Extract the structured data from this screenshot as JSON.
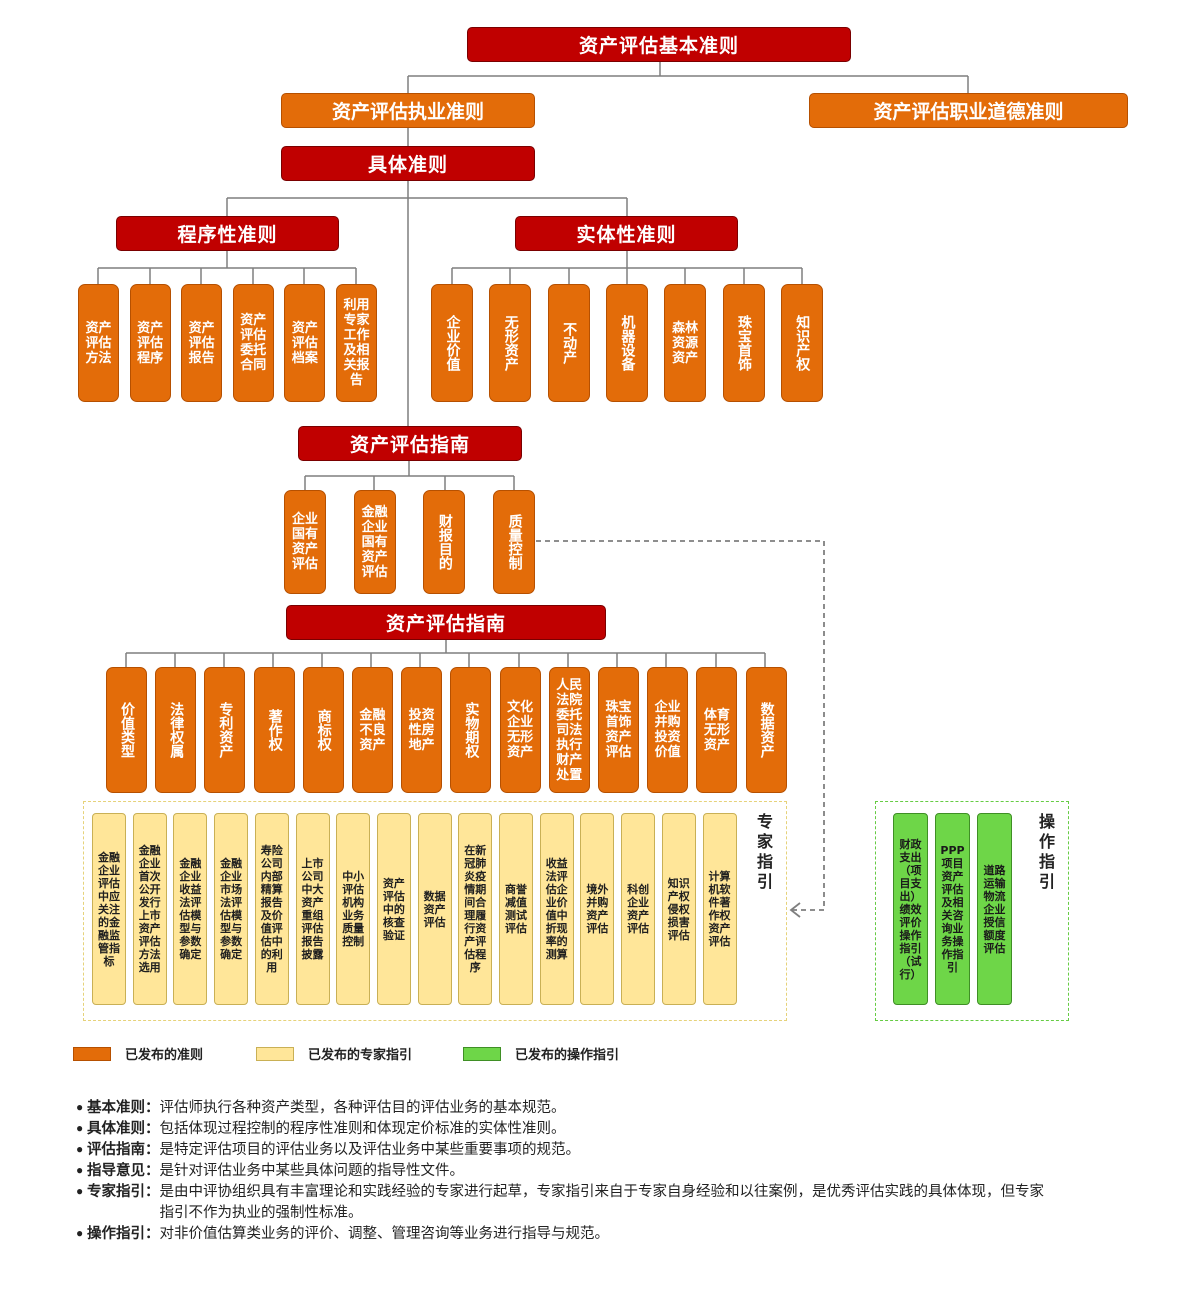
{
  "top": {
    "root": "资产评估基本准则",
    "practice": "资产评估执业准则",
    "ethics": "资产评估职业道德准则",
    "specific": "具体准则",
    "procedural": "程序性准则",
    "substantive": "实体性准则"
  },
  "procedural_items": [
    "资产评估方法",
    "资产评估程序",
    "资产评估报告",
    "资产评估委托合同",
    "资产评估档案",
    "利用专家工作及相关报告"
  ],
  "substantive_items": [
    "企业价值",
    "无形资产",
    "不动产",
    "机器设备",
    "森林资源资产",
    "珠宝首饰",
    "知识产权"
  ],
  "guide1": {
    "title": "资产评估指南",
    "items": [
      "企业国有资产评估",
      "金融企业国有资产评估",
      "财报目的",
      "质量控制"
    ]
  },
  "guide2": {
    "title": "资产评估指南",
    "items": [
      "价值类型",
      "法律权属",
      "专利资产",
      "著作权",
      "商标权",
      "金融不良资产",
      "投资性房地产",
      "实物期权",
      "文化企业无形资产",
      "人民法院委托司法执行财产处置",
      "珠宝首饰资产评估",
      "企业并购投资价值",
      "体育无形资产",
      "数据资产"
    ]
  },
  "expert": {
    "label": "专家指引",
    "items": [
      "金融企业评估中应关注的金融监管指标",
      "金融企业首次公开发行上市资产评估方法选用",
      "金融企业收益法评估模型与参数确定",
      "金融企业市场法评估模型与参数确定",
      "寿险公司内部精算报告及价值评估中的利用",
      "上市公司中大资产重组评估报告披露",
      "中小评估机构业务质量控制",
      "资产评估中的核查验证",
      "数据资产评估",
      "在新冠肺炎疫情期间合理履行资产评估程序",
      "商誉减值测试评估",
      "收益法评估企业价值中折现率的测算",
      "境外并购资产评估",
      "科创企业资产评估",
      "知识产权侵权损害评估",
      "计算机软件著作权资产评估"
    ]
  },
  "operation": {
    "label": "操作指引",
    "items": [
      "财政支出（项目支出）绩效评价操作指引（试行）",
      "PPP项目资产评估及相关咨询业务操作指引",
      "道路运输物流企业授信额度评估"
    ]
  },
  "legend": [
    {
      "label": "已发布的准则",
      "color": "#e36c09"
    },
    {
      "label": "已发布的专家指引",
      "color": "#ffe699"
    },
    {
      "label": "已发布的操作指引",
      "color": "#6ed648"
    }
  ],
  "notes": [
    {
      "term": "基本准则：",
      "desc": "评估师执行各种资产类型，各种评估目的评估业务的基本规范。"
    },
    {
      "term": "具体准则：",
      "desc": "包括体现过程控制的程序性准则和体现定价标准的实体性准则。"
    },
    {
      "term": "评估指南：",
      "desc": "是特定评估项目的评估业务以及评估业务中某些重要事项的规范。"
    },
    {
      "term": "指导意见：",
      "desc": "是针对评估业务中某些具体问题的指导性文件。"
    },
    {
      "term": "专家指引：",
      "desc": "是由中评协组织具有丰富理论和实践经验的专家进行起草，专家指引来自于专家自身经验和以往案例，是优秀评估实践的具体体现，但专家指引不作为执业的强制性标准。"
    },
    {
      "term": "操作指引：",
      "desc": "对非价值估算类业务的评价、调整、管理咨询等业务进行指导与规范。"
    }
  ],
  "colors": {
    "red": "#c00000",
    "orange": "#e36c09",
    "yellow": "#ffe699",
    "green": "#6ed648"
  }
}
